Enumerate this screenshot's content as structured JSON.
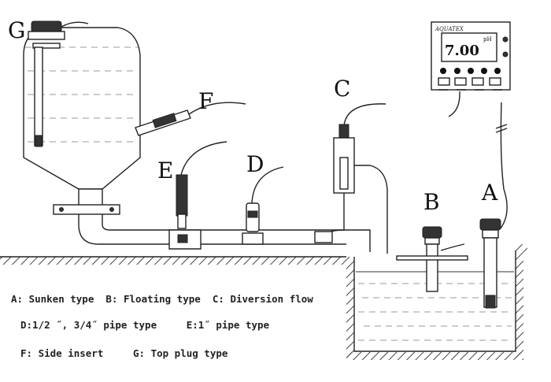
{
  "labels": {
    "A": "A",
    "B": "B",
    "C": "C",
    "D": "D",
    "E": "E",
    "F": "F",
    "G": "G"
  },
  "meter": {
    "brand": "AQUATEX",
    "reading": "7.00",
    "unit": "pH"
  },
  "legend": {
    "line1": "A: Sunken type  B: Floating type  C: Diversion flow",
    "line2": "D:1/2 ˝, 3/4˝ pipe type     E:1˝ pipe type",
    "line3": "F: Side insert     G: Top plug type"
  }
}
